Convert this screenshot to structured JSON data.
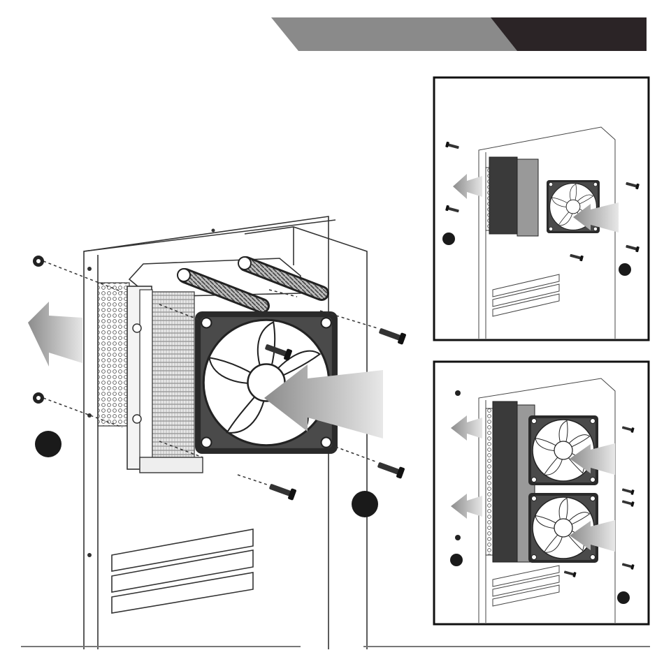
{
  "header": {
    "banner_colors": {
      "light": "#8a8a8a",
      "dark": "#2b2426"
    }
  },
  "figures": [
    {
      "id": "main",
      "fans": 1
    },
    {
      "id": "inset-top",
      "fans": 1
    },
    {
      "id": "inset-bottom",
      "fans": 2
    }
  ],
  "colors": {
    "airflow_arrow": "#9a9a9a",
    "line": "#333333",
    "marker": "#1a1a1a"
  },
  "icons": [
    "screw-icon",
    "airflow-arrow-icon",
    "fan-icon",
    "step-marker-icon"
  ]
}
